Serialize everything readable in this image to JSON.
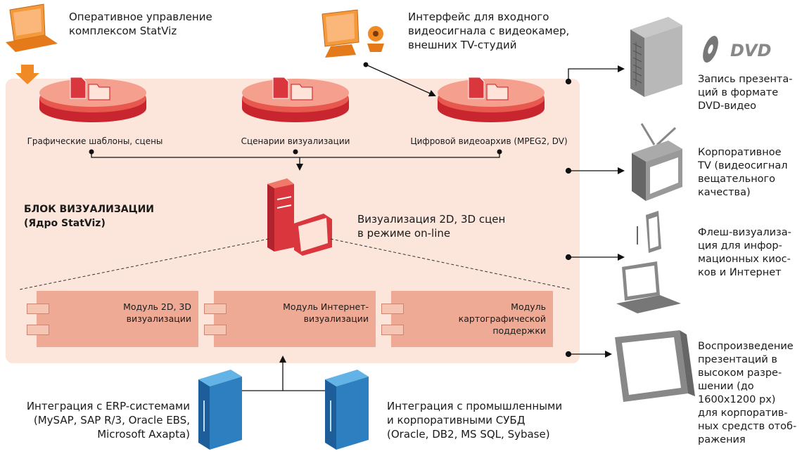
{
  "top_left": {
    "text_line1": "Оперативное управление",
    "text_line2": "комплексом StatViz"
  },
  "top_mid": {
    "text_line1": "Интерфейс для входного",
    "text_line2": "видеосигнала с видеокамер,",
    "text_line3": "внешних TV-студий"
  },
  "stores": [
    {
      "label": "Графические шаблоны, сцены"
    },
    {
      "label": "Сценарии визуализации"
    },
    {
      "label": "Цифровой видеоархив (MPEG2, DV)"
    }
  ],
  "core": {
    "title_line1": "БЛОК ВИЗУАЛИЗАЦИИ",
    "title_line2": "(Ядро StatViz)"
  },
  "server": {
    "text_line1": "Визуализация 2D, 3D сцен",
    "text_line2": "в режиме on-line"
  },
  "modules": [
    {
      "line1": "Модуль 2D, 3D",
      "line2": "визуализации",
      "line3": ""
    },
    {
      "line1": "Модуль Интернет-",
      "line2": "визуализации",
      "line3": ""
    },
    {
      "line1": "Модуль",
      "line2": "картографической",
      "line3": "поддержки"
    }
  ],
  "bottom_left": {
    "line1": "Интеграция с ERP-системами",
    "line2": "(MySAP, SAP R/3, Oracle EBS,",
    "line3": "Microsoft Axapta)"
  },
  "bottom_right": {
    "line1": "Интеграция с промышленными",
    "line2": "и корпоративными СУБД",
    "line3": "(Oracle, DB2, MS SQL, Sybase)"
  },
  "outputs": [
    {
      "lines": [
        "Запись презента-",
        "ций в формате",
        "DVD-видео"
      ]
    },
    {
      "lines": [
        "Корпоративное",
        "TV (видеосигнал",
        "вещательного",
        "качества)"
      ]
    },
    {
      "lines": [
        "Флеш-визуализа-",
        "ция для инфор-",
        "мационных киос-",
        "ков и Интернет"
      ]
    },
    {
      "lines": [
        "Воспроизведение",
        "презентаций в",
        "высоком разре-",
        "шении (до",
        "1600x1200 px)",
        "для корпоратив-",
        "ных средств отоб-",
        "ражения"
      ]
    }
  ],
  "dvd_logo": "DVD",
  "colors": {
    "panel": "#fce6dc",
    "accent": "#d9363e",
    "module": "#eeaa95",
    "orange": "#f08a24",
    "blue": "#2d7fc0"
  }
}
